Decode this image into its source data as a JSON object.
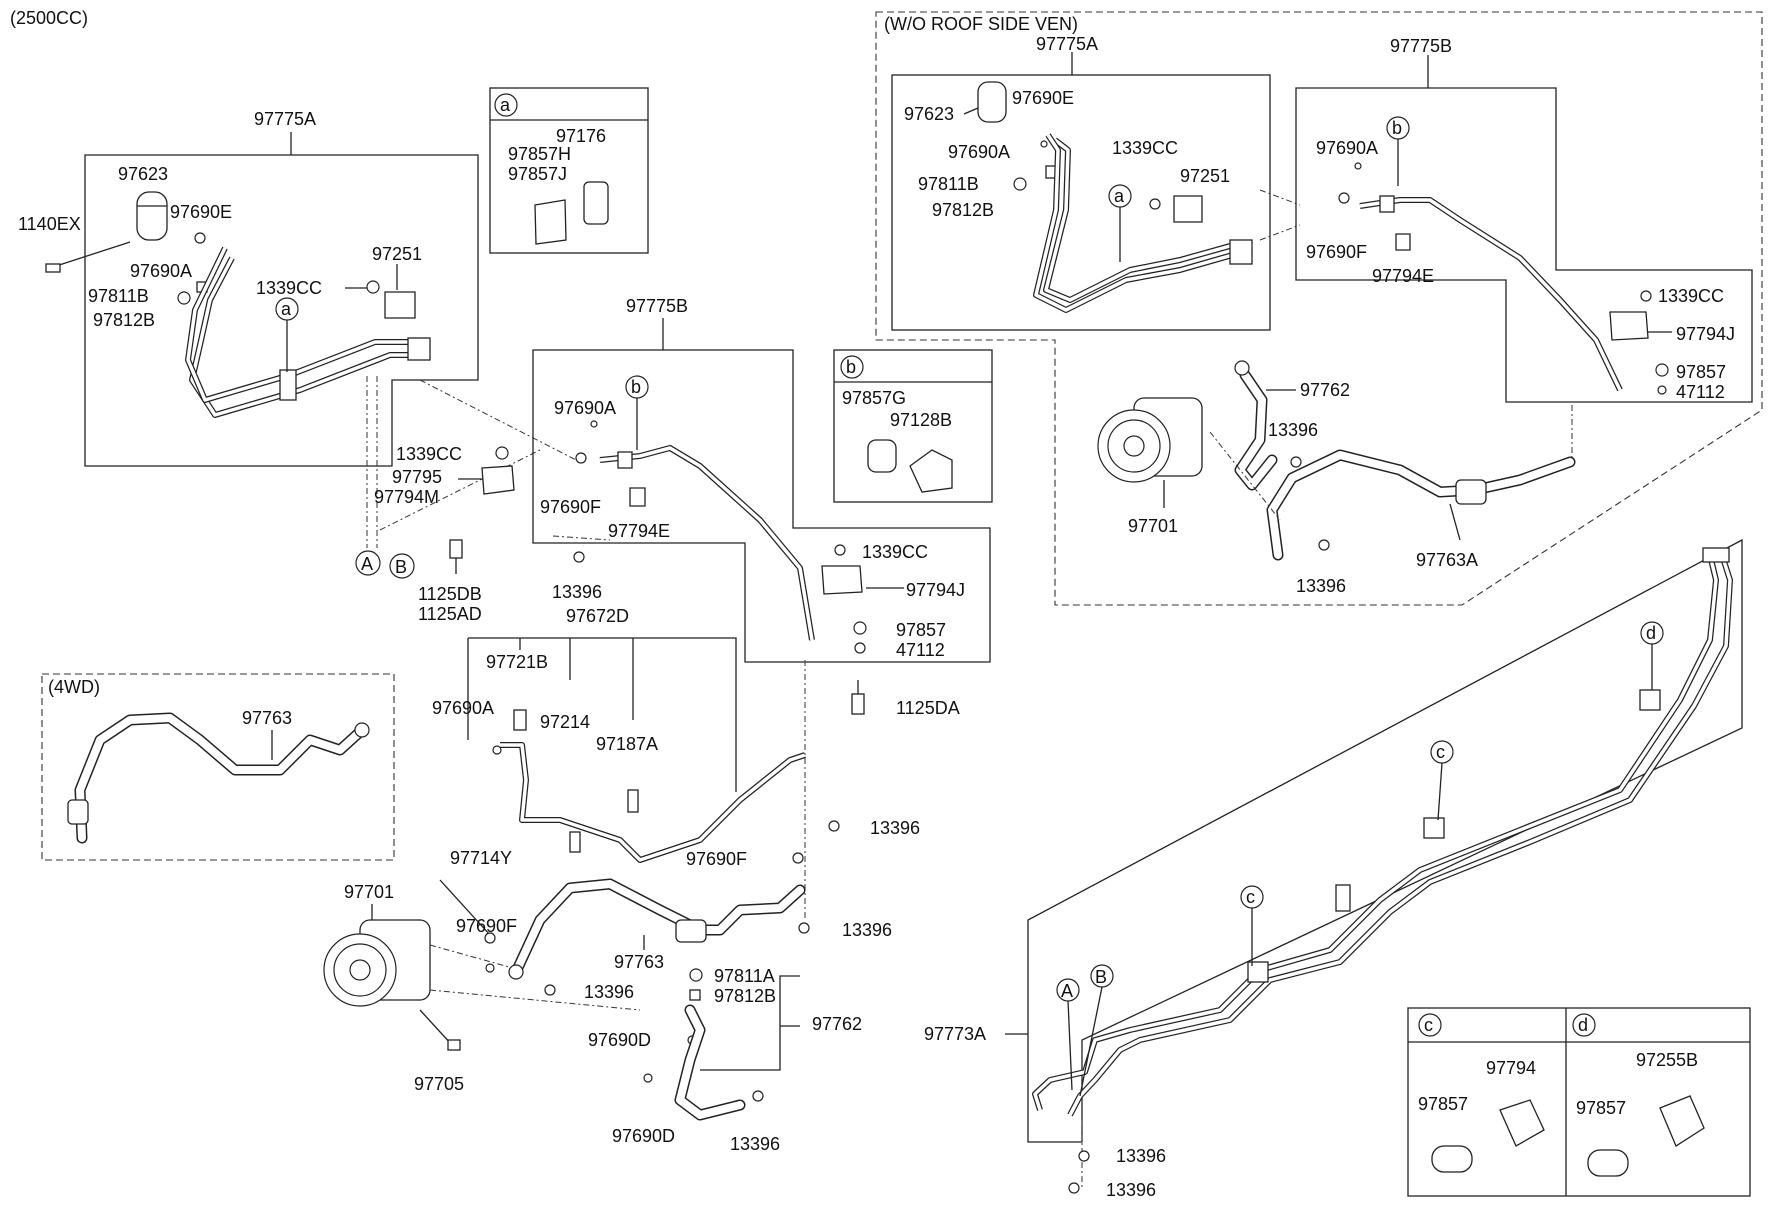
{
  "engine_label": "(2500CC)",
  "group_4wd": "(4WD)",
  "group_wo_roof": "(W/O ROOF SIDE VEN)",
  "detail_a": {
    "letter": "a",
    "parts": [
      "97176",
      "97857H",
      "97857J"
    ]
  },
  "detail_b": {
    "letter": "b",
    "parts": [
      "97857G",
      "97128B"
    ]
  },
  "detail_c": {
    "letter": "c",
    "parts": [
      "97794",
      "97857"
    ]
  },
  "detail_d": {
    "letter": "d",
    "parts": [
      "97255B",
      "97857"
    ]
  },
  "markers": {
    "a": "a",
    "b": "b",
    "c": "c",
    "d": "d",
    "A": "A",
    "B": "B"
  },
  "labels": {
    "l_97775A": "97775A",
    "l_97623": "97623",
    "l_97690E": "97690E",
    "l_1140EX": "1140EX",
    "l_97690A_1": "97690A",
    "l_97811B": "97811B",
    "l_97812B": "97812B",
    "l_97251": "97251",
    "l_1339CC_1": "1339CC",
    "l_1339CC_2": "1339CC",
    "l_97795": "97795",
    "l_97794M": "97794M",
    "l_1125DB": "1125DB",
    "l_1125AD": "1125AD",
    "l_97775B": "97775B",
    "l_97690A_2": "97690A",
    "l_97690F_1": "97690F",
    "l_97794E": "97794E",
    "l_13396_1": "13396",
    "l_1339CC_3": "1339CC",
    "l_97794J": "97794J",
    "l_97857": "97857",
    "l_47112": "47112",
    "l_1125DA": "1125DA",
    "l_97672D": "97672D",
    "l_97721B": "97721B",
    "l_97690A_3": "97690A",
    "l_97214": "97214",
    "l_97187A": "97187A",
    "l_13396_2": "13396",
    "l_97690F_2": "97690F",
    "l_13396_3": "13396",
    "l_97763": "97763",
    "l_97714Y": "97714Y",
    "l_97701": "97701",
    "l_97690F_3": "97690F",
    "l_97763_b": "97763",
    "l_13396_4": "13396",
    "l_97811A": "97811A",
    "l_97812B_2": "97812B",
    "l_97762": "97762",
    "l_97690D_1": "97690D",
    "l_97690D_2": "97690D",
    "l_13396_5": "13396",
    "l_97705": "97705",
    "r_97775A": "97775A",
    "r_97623": "97623",
    "r_97690E": "97690E",
    "r_97690A": "97690A",
    "r_97811B": "97811B",
    "r_97812B": "97812B",
    "r_1339CC": "1339CC",
    "r_97251": "97251",
    "r_97775B": "97775B",
    "r_97690A_2": "97690A",
    "r_97690F": "97690F",
    "r_97794E": "97794E",
    "r_1339CC_2": "1339CC",
    "r_97794J": "97794J",
    "r_97857": "97857",
    "r_47112": "47112",
    "r_97762": "97762",
    "r_13396": "13396",
    "r_97701": "97701",
    "r_13396_2": "13396",
    "r_97763A": "97763A",
    "b_97773A": "97773A",
    "b_13396_1": "13396",
    "b_13396_2": "13396"
  }
}
